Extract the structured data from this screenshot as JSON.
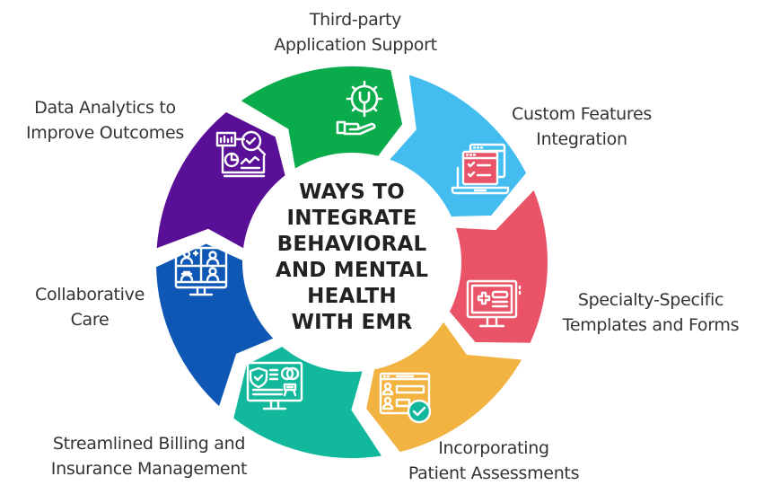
{
  "title": {
    "lines": [
      "WAYS TO",
      "INTEGRATE",
      "BEHAVIORAL",
      "AND MENTAL",
      "HEALTH",
      "WITH EMR"
    ]
  },
  "segments": [
    {
      "id": "third-party",
      "label_lines": [
        "Third-party",
        "Application Support"
      ],
      "color": "#43bdf0",
      "icon": "gear-wrench-hand-icon"
    },
    {
      "id": "custom-features",
      "label_lines": [
        "Custom Features",
        "Integration"
      ],
      "color": "#ea5468",
      "icon": "laptop-checklist-icon"
    },
    {
      "id": "specialty-templates",
      "label_lines": [
        "Specialty-Specific",
        "Templates and Forms"
      ],
      "color": "#f2b340",
      "icon": "monitor-medical-form-icon"
    },
    {
      "id": "patient-assessments",
      "label_lines": [
        "Incorporating",
        "Patient Assessments"
      ],
      "color": "#12b89c",
      "icon": "user-form-check-icon"
    },
    {
      "id": "billing-insurance",
      "label_lines": [
        "Streamlined Billing and",
        "Insurance Management"
      ],
      "color": "#0e57b5",
      "icon": "monitor-shield-billing-icon"
    },
    {
      "id": "collaborative-care",
      "label_lines": [
        "Collaborative",
        "Care"
      ],
      "color": "#5a0f97",
      "icon": "video-conference-monitor-icon"
    },
    {
      "id": "data-analytics",
      "label_lines": [
        "Data Analytics to",
        "Improve Outcomes"
      ],
      "color": "#0aab4a",
      "icon": "analytics-dashboard-magnifier-icon"
    }
  ]
}
